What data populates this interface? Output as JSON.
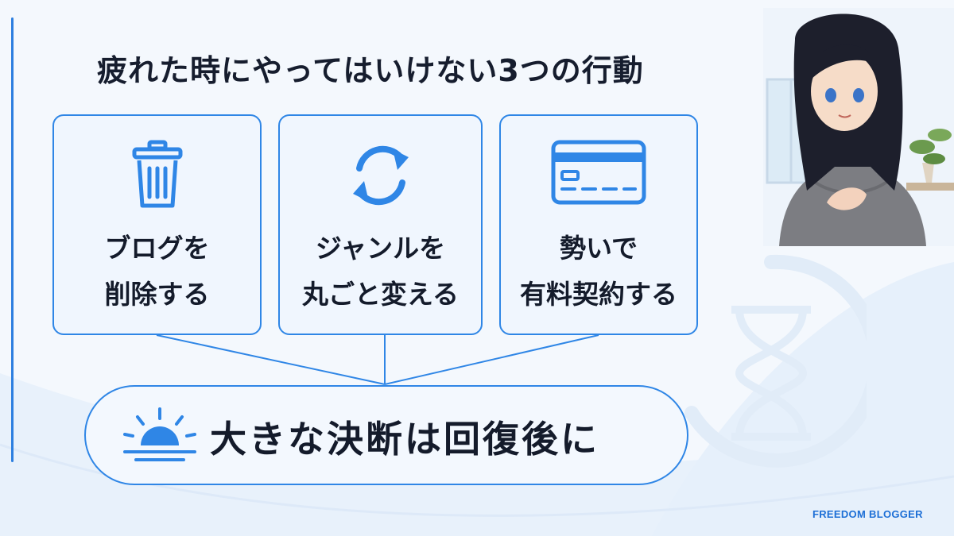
{
  "slide": {
    "title": "疲れた時にやってはいけない3つの行動",
    "cards": [
      {
        "icon": "trash-icon",
        "label": "ブログを\n削除する"
      },
      {
        "icon": "refresh-icon",
        "label": "ジャンルを\n丸ごと変える"
      },
      {
        "icon": "credit-card-icon",
        "label": "勢いで\n有料契約する"
      }
    ],
    "conclusion": {
      "icon": "sunrise-icon",
      "text": "大きな決断は回復後に"
    },
    "decor": {
      "background_icon": "hourglass-icon",
      "illustration": "woman-in-hoodie-illustration"
    },
    "brand": "FREEDOM BLOGGER"
  },
  "colors": {
    "accent": "#2f86e6",
    "card_fill": "#f0f6fe",
    "title_text": "#161d2e",
    "brand_text": "#1d6fd6",
    "background": "#f4f8fd"
  }
}
